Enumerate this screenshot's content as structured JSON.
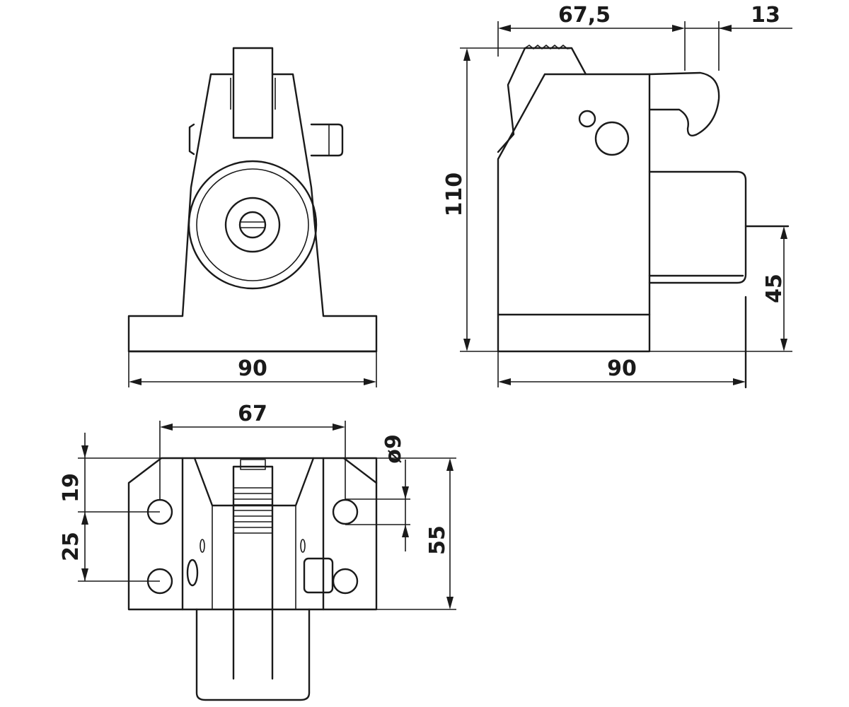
{
  "dimensions": {
    "front_width": "90",
    "side_length": "67,5",
    "side_hook": "13",
    "side_height": "110",
    "side_width": "90",
    "side_pin_height": "45",
    "top_hole_spacing": "67",
    "top_hole_diameter": "ø9",
    "top_offset_19": "19",
    "top_offset_25": "25",
    "top_depth": "55"
  },
  "colors": {
    "line": "#1a1a1a",
    "background": "#ffffff"
  }
}
